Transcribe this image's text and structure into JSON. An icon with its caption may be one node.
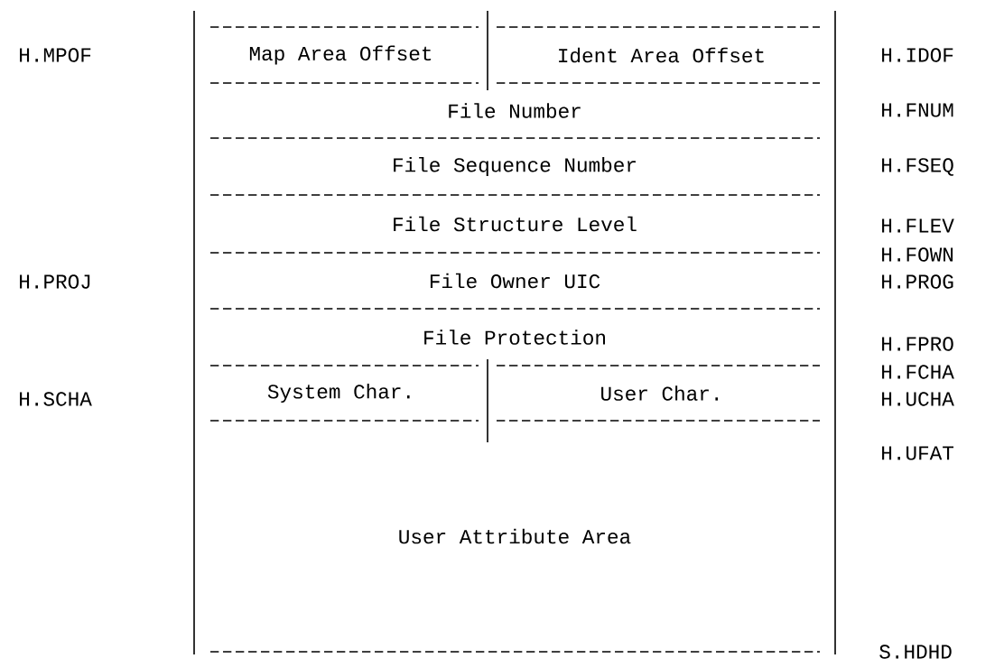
{
  "diagram": {
    "nodes": [
      {
        "text": [],
        "shape": "box"
      },
      {
        "text": [
          "Map Area Offset"
        ],
        "in": 0
      },
      {
        "text": [
          "Ident Area Offset"
        ],
        "in": 0
      },
      {
        "text": [
          "File Number"
        ],
        "in": 0
      },
      {
        "text": [
          "File Sequence Number"
        ],
        "in": 0
      },
      {
        "text": [
          "File Structure Level"
        ],
        "in": 0
      },
      {
        "text": [
          "File Owner UIC"
        ],
        "in": 0
      },
      {
        "text": [
          "File Protection"
        ],
        "in": 0
      },
      {
        "text": [
          "System Char."
        ],
        "in": 0
      },
      {
        "text": [
          "User Char."
        ],
        "in": 0
      },
      {
        "text": [
          "User Attribute Area"
        ],
        "in": 0
      }
    ],
    "edges": [],
    "labels": [
      "H.MPOF",
      "H.IDOF",
      "H.FNUM",
      "H.FSEQ",
      "H.FLEV",
      "H.FOWN",
      "H.PROJ",
      "H.PROG",
      "H.FPRO",
      "H.FCHA",
      "H.SCHA",
      "H.UCHA",
      "H.UFAT",
      "S.HDHD"
    ]
  }
}
